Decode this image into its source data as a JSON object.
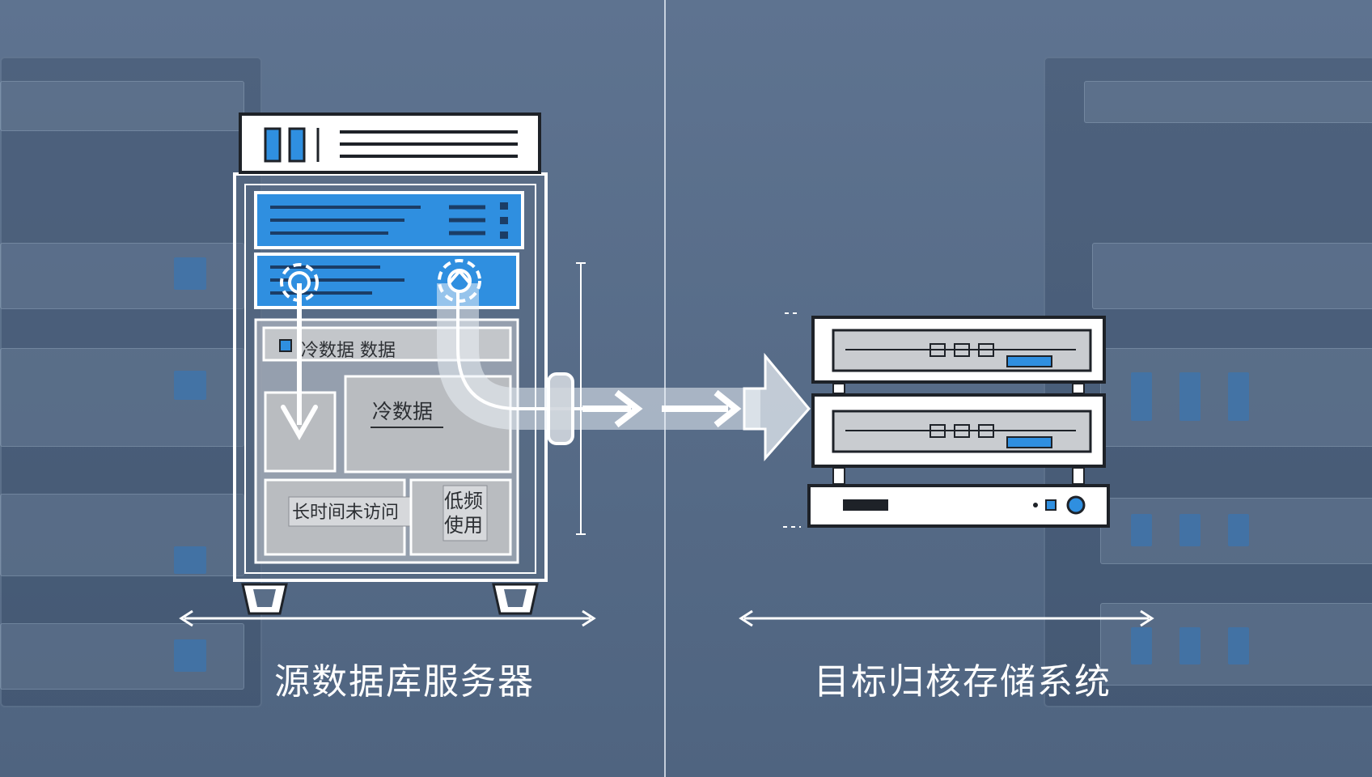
{
  "source_label": "源数据库服务器",
  "target_label": "目标归核存储系统",
  "source_server": {
    "header_label": "冷数据 数据",
    "cold_data_label": "冷数据",
    "long_access_label": "长时间未访问",
    "low_freq_label_line1": "低频",
    "low_freq_label_line2": "使用"
  },
  "colors": {
    "accent_blue": "#2f8fe0",
    "background": "#5a6e88",
    "line_white": "#ffffff",
    "cell_gray": "#b9bcc0"
  }
}
